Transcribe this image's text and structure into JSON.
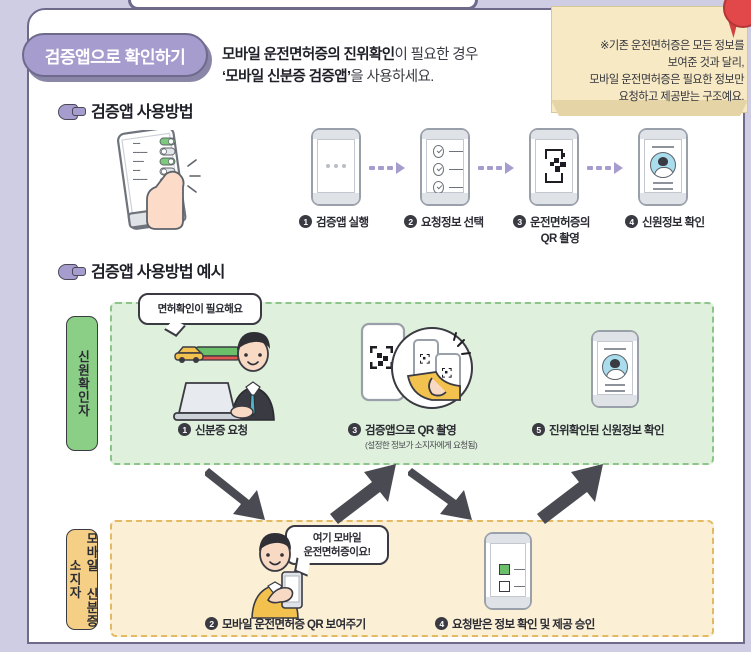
{
  "header": {
    "badge_label": "검증앱으로 확인하기",
    "subtitle_line1_bold": "모바일 운전면허증의 진위확인",
    "subtitle_line1_rest": "이 필요한 경우",
    "subtitle_line2_bold": "‘모바일 신분증 검증앱’",
    "subtitle_line2_rest": "을 사용하세요."
  },
  "sticky_note": {
    "line1": "※기존 운전면허증은 모든 정보를",
    "line2": "보여준 것과 달리,",
    "line3": "모바일 운전면허증은 필요한 정보만",
    "line4": "요청하고 제공받는 구조예요."
  },
  "section_usage": {
    "title": "검증앱 사용방법",
    "steps": [
      {
        "num": "1",
        "label": "검증앱 실행",
        "screen": "dots"
      },
      {
        "num": "2",
        "label": "요청정보 선택",
        "screen": "checklist"
      },
      {
        "num": "3",
        "label": "운전면허증의",
        "label2": "QR 촬영",
        "screen": "qr"
      },
      {
        "num": "4",
        "label": "신원정보 확인",
        "screen": "idcard"
      }
    ]
  },
  "section_example": {
    "title": "검증앱 사용방법 예시",
    "verifier_tab": "신원확인자",
    "holder_tab_line1": "모바일 신분증",
    "holder_tab_line2": "소지자",
    "verifier_bubble": "면허확인이 필요해요",
    "holder_bubble_line1": "여기 모바일",
    "holder_bubble_line2": "운전면허증이요!",
    "verifier_steps": [
      {
        "num": "1",
        "label": "신분증 요청",
        "sub": ""
      },
      {
        "num": "3",
        "label": "검증앱으로 QR 촬영",
        "sub": "(설정한 정보가 소지자에게 요청됨)"
      },
      {
        "num": "5",
        "label": "진위확인된 신원정보 확인",
        "sub": ""
      }
    ],
    "holder_steps": [
      {
        "num": "2",
        "label": "모바일 운전면허증 QR 보여주기"
      },
      {
        "num": "4",
        "label": "요청받은 정보 확인 및 제공 승인"
      }
    ]
  },
  "colors": {
    "page_bg": "#cfcde4",
    "badge": "#a69cce",
    "note": "#f6e9c4",
    "green_zone": "#dff0dc",
    "green_tab": "#8bce86",
    "orange_zone": "#fbf0d5",
    "orange_tab": "#f4cf85",
    "arrow": "#4a4a52",
    "pin": "#e2484a"
  }
}
